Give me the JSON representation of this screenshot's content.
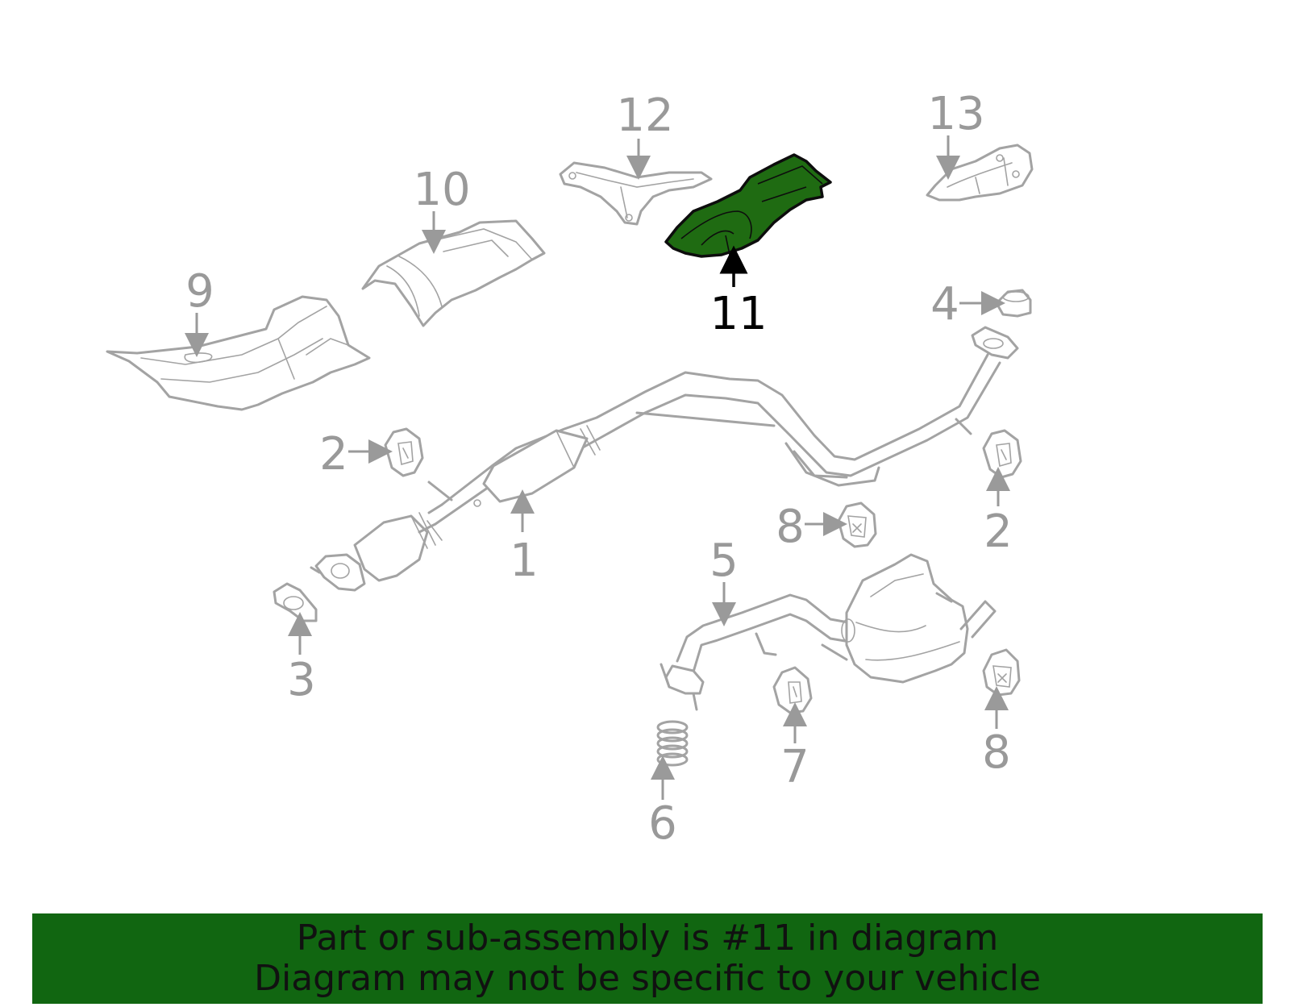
{
  "diagram": {
    "highlight_color": "#1f6b12",
    "line_color": "#a3a3a3",
    "highlighted_callout": "11",
    "callouts": {
      "c1": "1",
      "c2a": "2",
      "c2b": "2",
      "c3": "3",
      "c4": "4",
      "c5": "5",
      "c6": "6",
      "c7": "7",
      "c8a": "8",
      "c8b": "8",
      "c9": "9",
      "c10": "10",
      "c11": "11",
      "c12": "12",
      "c13": "13"
    }
  },
  "banner": {
    "line1": "Part or sub-assembly is #11 in diagram",
    "line2": "Diagram may not be specific to your vehicle",
    "background": "#116611"
  }
}
